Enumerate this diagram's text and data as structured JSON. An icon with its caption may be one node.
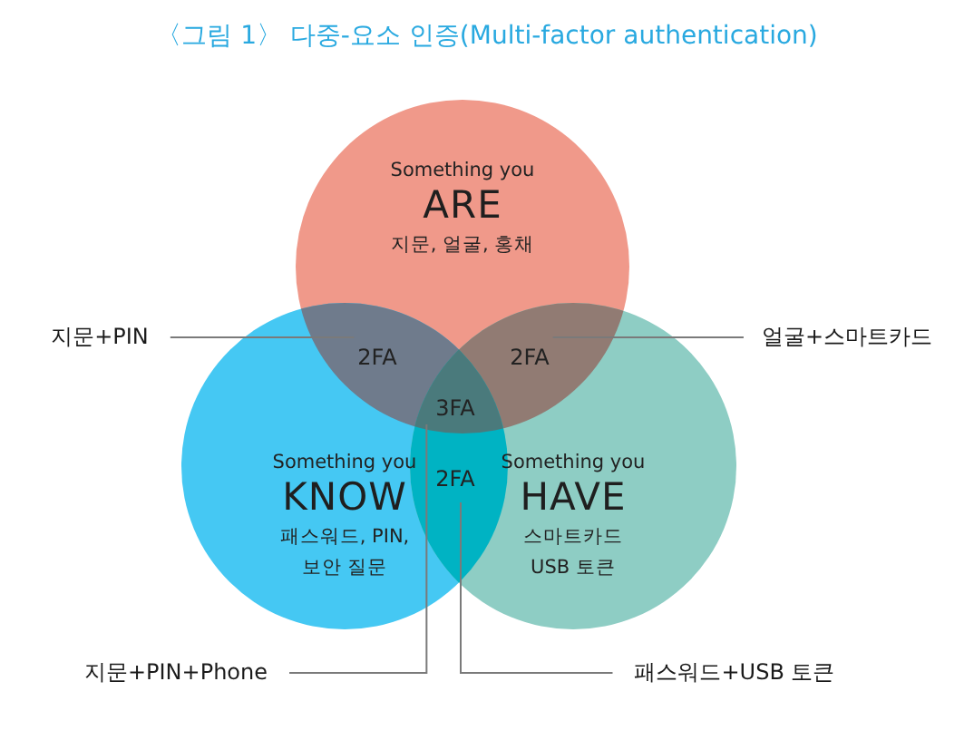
{
  "diagram": {
    "title": "〈그림 1〉 다중-요소 인증(Multi-factor authentication)",
    "nodes": [
      {
        "text": [
          "Something you",
          "ARE",
          "지문, 얼굴, 홍채"
        ]
      },
      {
        "text": [
          "Something you",
          "KNOW",
          "패스워드, PIN, 보안 질문"
        ]
      },
      {
        "text": [
          "Something you",
          "HAVE",
          "스마트카드 USB 토큰"
        ]
      },
      {
        "text": [
          "2FA"
        ]
      },
      {
        "text": [
          "2FA"
        ]
      },
      {
        "text": [
          "3FA"
        ]
      },
      {
        "text": [
          "2FA"
        ]
      },
      {
        "text": [
          "지문+PIN"
        ]
      },
      {
        "text": [
          "얼굴+스마트카드"
        ]
      },
      {
        "text": [
          "지문+PIN+Phone"
        ]
      },
      {
        "text": [
          "패스워드+USB 토큰"
        ]
      }
    ],
    "edges": [
      {
        "from": 7,
        "to": 3,
        "arrow": "none"
      },
      {
        "from": 8,
        "to": 4,
        "arrow": "none"
      },
      {
        "from": 9,
        "to": 5,
        "arrow": "none"
      },
      {
        "from": 10,
        "to": 6,
        "arrow": "none"
      }
    ]
  }
}
